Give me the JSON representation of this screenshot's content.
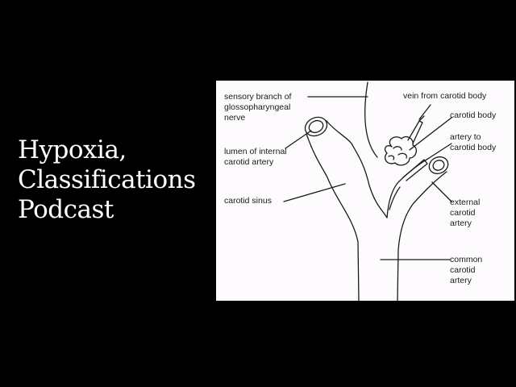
{
  "title": {
    "lines": [
      "Hypoxia,",
      "Classifications",
      "Podcast"
    ]
  },
  "diagram": {
    "labels": {
      "sensory_branch": [
        "sensory branch of",
        "glossopharyngeal",
        "nerve"
      ],
      "lumen_internal": [
        "lumen of internal",
        "carotid artery"
      ],
      "carotid_sinus": [
        "carotid sinus"
      ],
      "vein_carotid_body": [
        "vein from carotid body"
      ],
      "carotid_body": [
        "carotid body"
      ],
      "artery_to_carotid_body": [
        "artery to",
        "carotid body"
      ],
      "external_carotid": [
        "external",
        "carotid",
        "artery"
      ],
      "common_carotid": [
        "common",
        "carotid",
        "artery"
      ]
    }
  }
}
